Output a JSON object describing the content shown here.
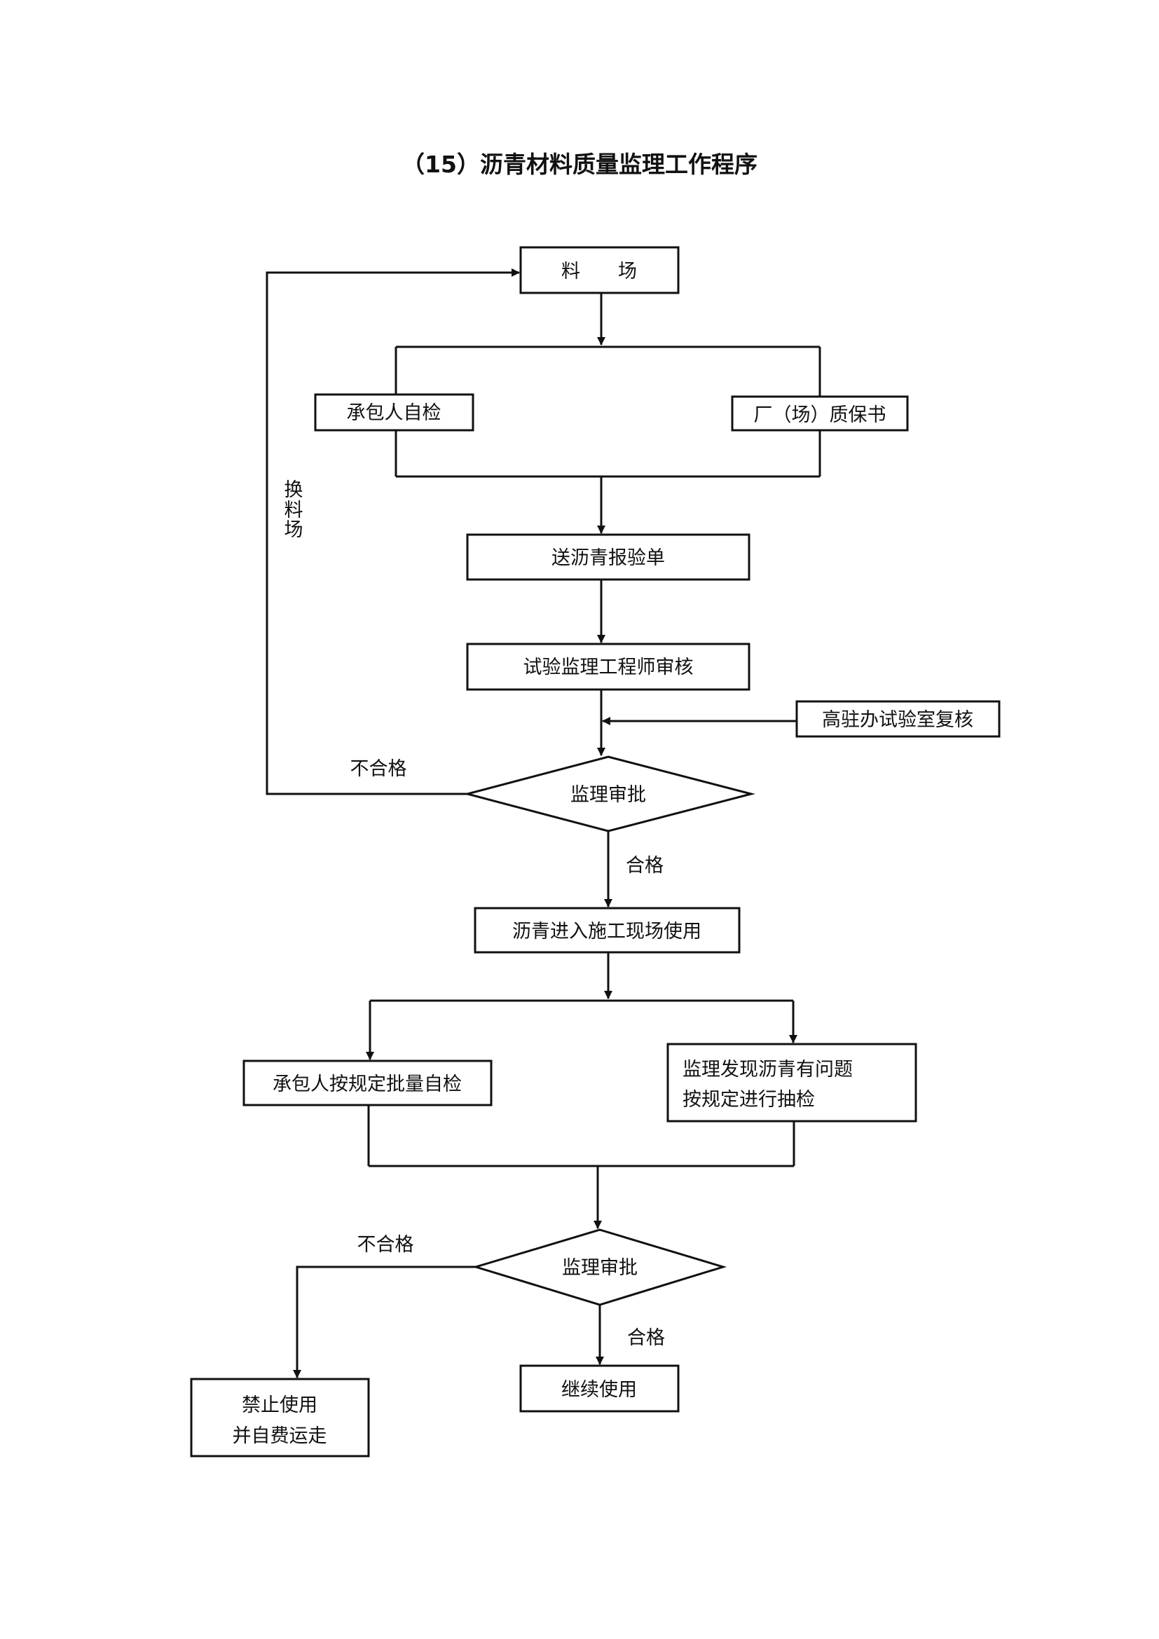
{
  "title": "（15）沥青材料质量监理工作程序",
  "nodes": {
    "material_yard": "料　　场",
    "contractor_self_check": "承包人自检",
    "factory_certificate": "厂（场）质保书",
    "submit_report": "送沥青报验单",
    "test_engineer_review": "试验监理工程师审核",
    "lab_recheck": "高驻办试验室复核",
    "approval_1": "监理审批",
    "enter_site": "沥青进入施工现场使用",
    "contractor_batch_check": "承包人按规定批量自检",
    "supervisor_spot_check_line1": "监理发现沥青有问题",
    "supervisor_spot_check_line2": "按规定进行抽检",
    "approval_2": "监理审批",
    "continue_use": "继续使用",
    "prohibit_line1": "禁止使用",
    "prohibit_line2": "并自费运走"
  },
  "edge_labels": {
    "fail_1": "不合格",
    "pass_1": "合格",
    "fail_2": "不合格",
    "pass_2": "合格",
    "change_yard_1": "换",
    "change_yard_2": "料",
    "change_yard_3": "场"
  }
}
